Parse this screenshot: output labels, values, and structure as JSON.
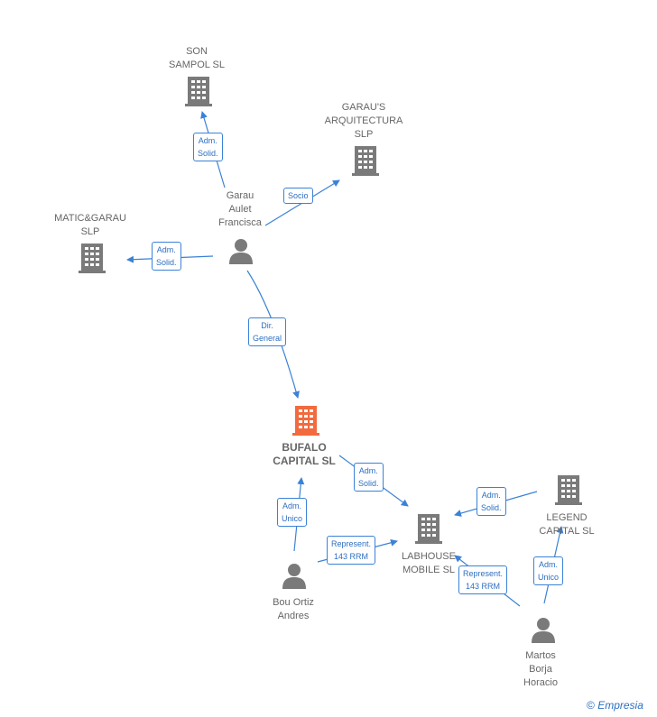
{
  "nodes": {
    "son_sampol": {
      "label": "SON\nSAMPOL  SL",
      "kind": "company"
    },
    "garaus": {
      "label": "GARAU'S\nARQUITECTURA\nSLP",
      "kind": "company"
    },
    "matic": {
      "label": "MATIC&GARAU\nSLP",
      "kind": "company"
    },
    "garau_person": {
      "label": "Garau\nAulet\nFrancisca",
      "kind": "person"
    },
    "bufalo": {
      "label": "BUFALO\nCAPITAL  SL",
      "kind": "company-main"
    },
    "labhouse": {
      "label": "LABHOUSE\nMOBILE  SL",
      "kind": "company"
    },
    "legend": {
      "label": "LEGEND\nCAPITAL  SL",
      "kind": "company"
    },
    "bou": {
      "label": "Bou Ortiz\nAndres",
      "kind": "person"
    },
    "martos": {
      "label": "Martos\nBorja\nHoracio",
      "kind": "person"
    }
  },
  "edges": {
    "garau_sonsampol": "Adm.\nSolid.",
    "garau_garaus": "Socio",
    "garau_matic": "Adm.\nSolid.",
    "garau_bufalo": "Dir.\nGeneral",
    "bufalo_labhouse": "Adm.\nSolid.",
    "legend_labhouse": "Adm.\nSolid.",
    "bou_bufalo": "Adm.\nUnico",
    "bou_labhouse": "Represent.\n143 RRM",
    "martos_labhouse": "Represent.\n143 RRM",
    "martos_legend": "Adm.\nUnico"
  },
  "colors": {
    "edge": "#3b82d6",
    "icon": "#7a7a7a",
    "icon_main": "#f26a3d"
  },
  "brand": {
    "symbol": "©",
    "name": "Empresia"
  }
}
